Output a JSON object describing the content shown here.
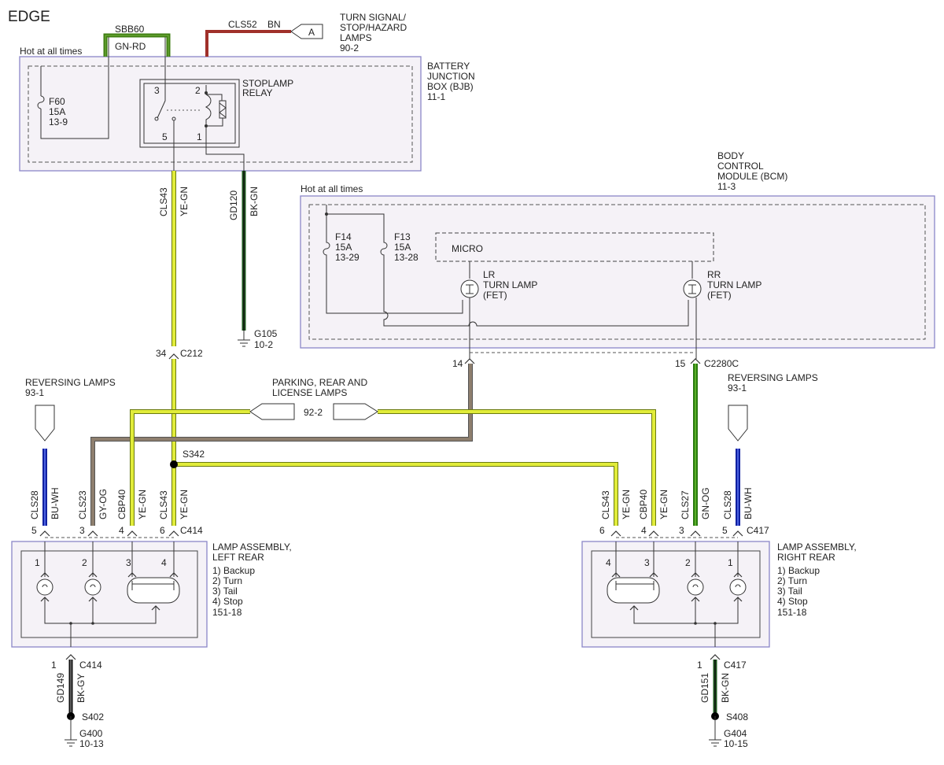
{
  "title": "EDGE",
  "hot_left": "Hot at all times",
  "hot_bcm": "Hot at all times",
  "bjb": {
    "l1": "BATTERY",
    "l2": "JUNCTION",
    "l3": "BOX (BJB)",
    "l4": "11-1"
  },
  "bcm": {
    "l1": "BODY",
    "l2": "CONTROL",
    "l3": "MODULE (BCM)",
    "l4": "11-3"
  },
  "fuse_f60": {
    "name": "F60",
    "amp": "15A",
    "ref": "13-9"
  },
  "fuse_f14": {
    "name": "F14",
    "amp": "15A",
    "ref": "13-29"
  },
  "fuse_f13": {
    "name": "F13",
    "amp": "15A",
    "ref": "13-28"
  },
  "relay": {
    "l1": "STOPLAMP",
    "l2": "RELAY",
    "p3": "3",
    "p2": "2",
    "p5": "5",
    "p1": "1"
  },
  "micro": "MICRO",
  "lr_fet": {
    "l1": "LR",
    "l2": "TURN LAMP",
    "l3": "(FET)"
  },
  "rr_fet": {
    "l1": "RR",
    "l2": "TURN LAMP",
    "l3": "(FET)"
  },
  "turn_ref": {
    "l1": "TURN SIGNAL/",
    "l2": "STOP/HAZARD",
    "l3": "LAMPS",
    "l4": "90-2",
    "arrow": "A"
  },
  "wires": {
    "sbb60": "SBB60",
    "gn_rd": "GN-RD",
    "cls52": "CLS52",
    "bn": "BN",
    "cls43_top": "CLS43",
    "ye_gn_top": "YE-GN",
    "gd120": "GD120",
    "bk_gn_top": "BK-GN",
    "l_cls28": "CLS28",
    "l_bu_wh": "BU-WH",
    "l_cls23": "CLS23",
    "l_gy_og": "GY-OG",
    "l_cbp40": "CBP40",
    "l_ye_gn1": "YE-GN",
    "l_cls43": "CLS43",
    "l_ye_gn2": "YE-GN",
    "r_cls43": "CLS43",
    "r_ye_gn1": "YE-GN",
    "r_cbp40": "CBP40",
    "r_ye_gn2": "YE-GN",
    "r_cls27": "CLS27",
    "r_gn_og": "GN-OG",
    "r_cls28": "CLS28",
    "r_bu_wh": "BU-WH",
    "gd149": "GD149",
    "bk_gy": "BK-GY",
    "gd151": "GD151",
    "bk_gn_bot": "BK-GN"
  },
  "grounds": {
    "g105": "G105",
    "g105_ref": "10-2",
    "g400": "G400",
    "g400_ref": "10-13",
    "g404": "G404",
    "g404_ref": "10-15"
  },
  "splices": {
    "s342": "S342",
    "s402": "S402",
    "s408": "S408"
  },
  "connectors": {
    "c212_pin": "34",
    "c212": "C212",
    "c2280_lpin": "14",
    "c2280_rpin": "15",
    "c2280": "C2280C",
    "c414": "C414",
    "c417": "C417",
    "l_p5": "5",
    "l_p3": "3",
    "l_p4": "4",
    "l_p6": "6",
    "r_p6": "6",
    "r_p4": "4",
    "r_p3": "3",
    "r_p5": "5",
    "c414_bot_pin": "1",
    "c414_bot": "C414",
    "c417_bot_pin": "1",
    "c417_bot": "C417"
  },
  "rev_left": {
    "l1": "REVERSING LAMPS",
    "l2": "93-1"
  },
  "rev_right": {
    "l1": "REVERSING LAMPS",
    "l2": "93-1"
  },
  "parking": {
    "l1": "PARKING, REAR AND",
    "l2": "LICENSE LAMPS",
    "ref": "92-2"
  },
  "lamp_left": {
    "l1": "LAMP ASSEMBLY,",
    "l2": "LEFT REAR",
    "i1": "1) Backup",
    "i2": "2) Turn",
    "i3": "3) Tail",
    "i4": "4) Stop",
    "ref": "151-18",
    "n1": "1",
    "n2": "2",
    "n3": "3",
    "n4": "4"
  },
  "lamp_right": {
    "l1": "LAMP ASSEMBLY,",
    "l2": "RIGHT REAR",
    "i1": "1) Backup",
    "i2": "2) Turn",
    "i3": "3) Tail",
    "i4": "4) Stop",
    "ref": "151-18",
    "n4": "4",
    "n3": "3",
    "n2": "2",
    "n1": "1"
  },
  "colors": {
    "gn_rd": "#3d7d12",
    "gn_rd_inner": "#c0392b",
    "bn": "#a0302a",
    "ye_gn": "#d8e830",
    "ye_gn_edge": "#6a7a10",
    "bk_gn": "#1f5a1f",
    "gy_og": "#8a7a6a",
    "bu_wh": "#2233cc",
    "gn_og": "#3a9a1a",
    "bk_gy": "#333333",
    "box_border": "#8a86c8"
  }
}
